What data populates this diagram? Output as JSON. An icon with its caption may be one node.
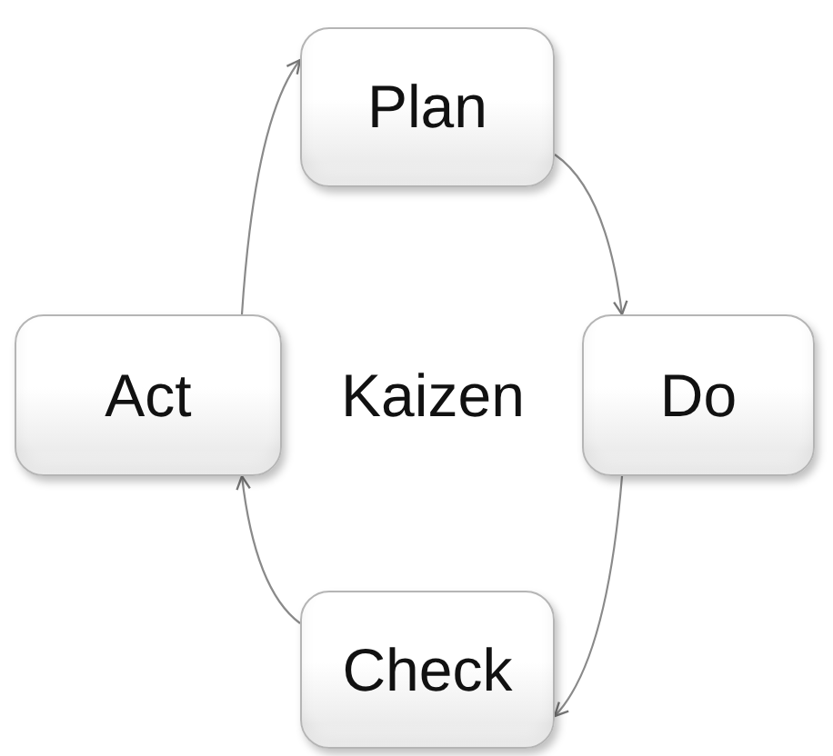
{
  "diagram": {
    "nodes": [
      {
        "text": [
          "Plan"
        ]
      },
      {
        "text": [
          "Do"
        ]
      },
      {
        "text": [
          "Check"
        ]
      },
      {
        "text": [
          "Act"
        ]
      }
    ],
    "edges": [
      {
        "from": 0,
        "to": 1,
        "arrow": "to"
      },
      {
        "from": 1,
        "to": 2,
        "arrow": "to"
      },
      {
        "from": 2,
        "to": 3,
        "arrow": "to"
      },
      {
        "from": 3,
        "to": 0,
        "arrow": "to"
      }
    ],
    "labels": [
      "Kaizen"
    ]
  }
}
